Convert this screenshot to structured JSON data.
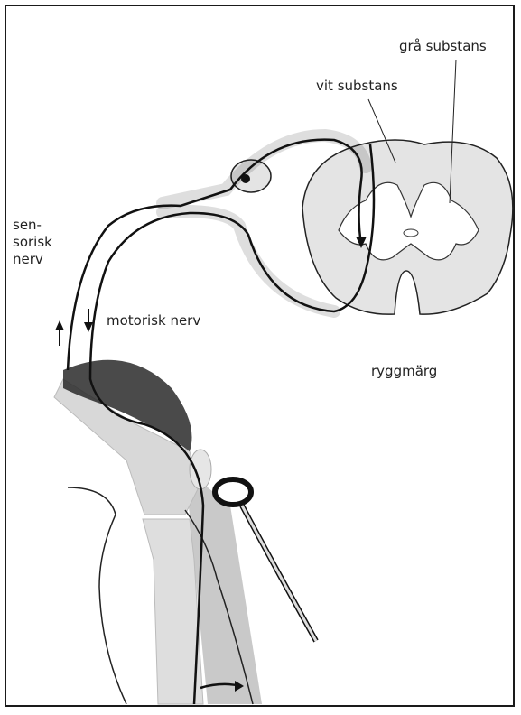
{
  "labels": {
    "gray_matter": "grå substans",
    "white_matter": "vit substans",
    "sensory_nerve_line1": "sen-",
    "sensory_nerve_line2": "sorisk",
    "sensory_nerve_line3": "nerv",
    "motor_nerve": "motorisk nerv",
    "spinal_cord": "ryggmärg"
  },
  "colors": {
    "frame": "#1a1a1a",
    "matter_fill": "#e4e4e4",
    "bone_fill": "#dcdcdc",
    "shadow_fill": "#bdbdbd",
    "nerve_stroke": "#111111"
  }
}
